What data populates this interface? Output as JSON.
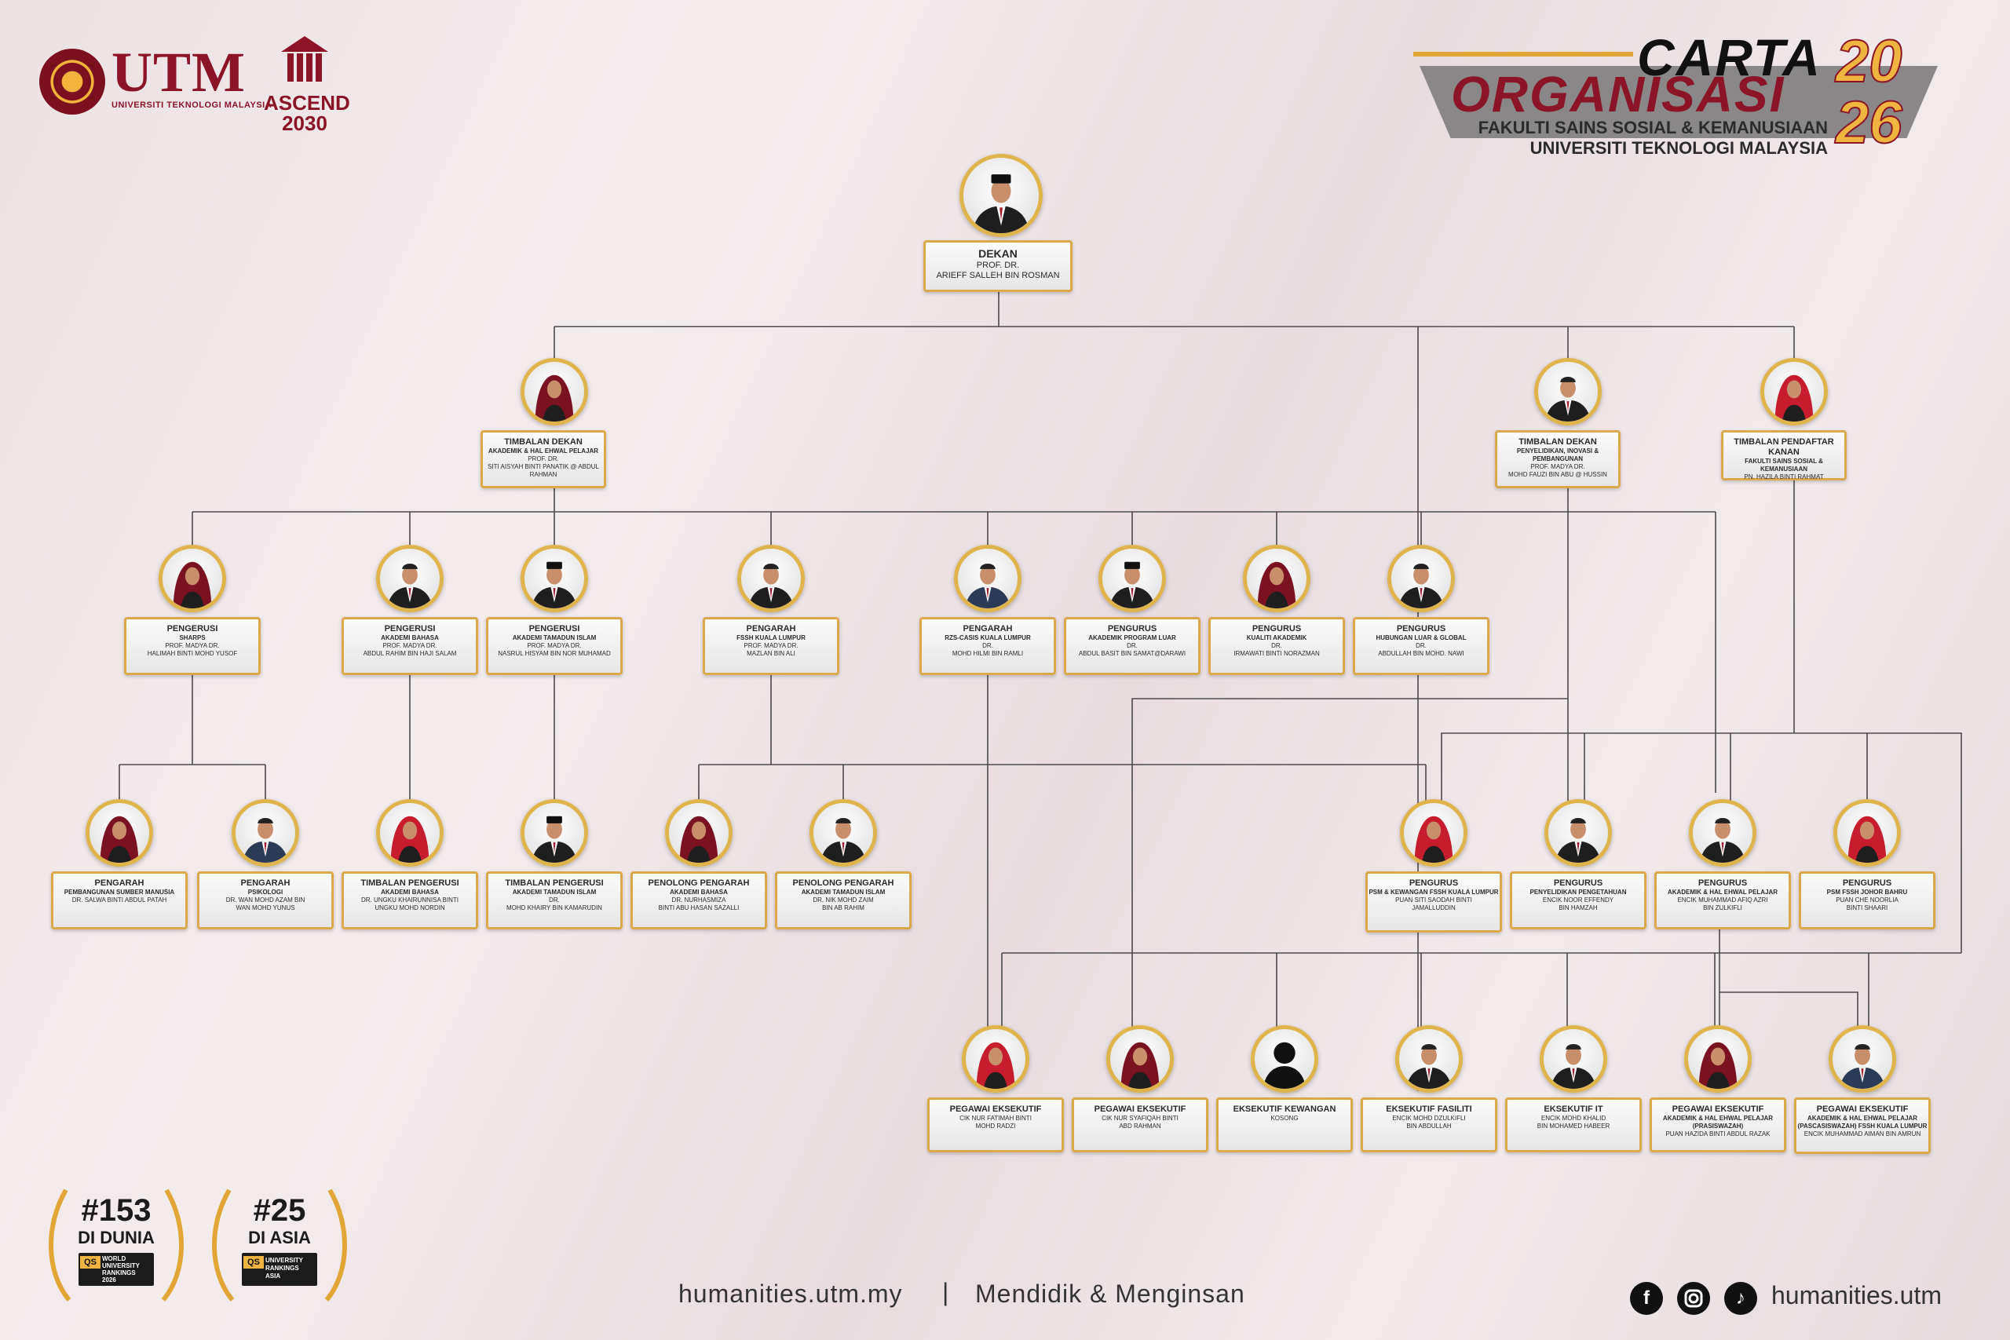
{
  "header": {
    "utm_wordmark": "UTM",
    "utm_subtitle": "UNIVERSITI TEKNOLOGI MALAYSIA",
    "ascend_word": "ASCEND",
    "ascend_year": "2030",
    "carta_line1": "CARTA",
    "carta_line2": "ORGANISASI",
    "carta_year_top": "20",
    "carta_year_bottom": "26",
    "faculty": "FAKULTI SAINS SOSIAL & KEMANUSIAAN",
    "university": "UNIVERSITI TEKNOLOGI MALAYSIA",
    "accent_gold": "#f0b540",
    "accent_maroon": "#8b1426"
  },
  "org": {
    "dean": {
      "title": "DEKAN",
      "honorific": "PROF. DR.",
      "name": "ARIEFF SALLEH BIN ROSMAN"
    },
    "level1": [
      {
        "title": "TIMBALAN DEKAN",
        "sub": "AKADEMIK & HAL EHWAL PELAJAR",
        "honorific": "PROF. DR.",
        "name": "SITI AISYAH BINTI PANATIK @ ABDUL RAHMAN"
      },
      {
        "title": "TIMBALAN DEKAN",
        "sub": "PENYELIDIKAN, INOVASI & PEMBANGUNAN",
        "honorific": "PROF. MADYA DR.",
        "name": "MOHD FAUZI BIN ABU @ HUSSIN"
      },
      {
        "title": "TIMBALAN PENDAFTAR KANAN",
        "sub": "FAKULTI SAINS SOSIAL & KEMANUSIAAN",
        "honorific": "",
        "name": "PN. HAZILA BINTI RAHMAT"
      }
    ],
    "level2": [
      {
        "title": "PENGERUSI",
        "sub": "SHARPS",
        "honorific": "PROF. MADYA DR.",
        "name": "HALIMAH BINTI MOHD YUSOF"
      },
      {
        "title": "PENGERUSI",
        "sub": "AKADEMI BAHASA",
        "honorific": "PROF. MADYA DR.",
        "name": "ABDUL RAHIM BIN HAJI SALAM"
      },
      {
        "title": "PENGERUSI",
        "sub": "AKADEMI TAMADUN ISLAM",
        "honorific": "PROF. MADYA DR.",
        "name": "NASRUL HISYAM BIN NOR MUHAMAD"
      },
      {
        "title": "PENGARAH",
        "sub": "FSSH KUALA LUMPUR",
        "honorific": "PROF. MADYA DR.",
        "name": "MAZLAN BIN ALI"
      },
      {
        "title": "PENGARAH",
        "sub": "RZS-CASIS KUALA LUMPUR",
        "honorific": "DR.",
        "name": "MOHD HILMI BIN RAMLI"
      },
      {
        "title": "PENGURUS",
        "sub": "AKADEMIK PROGRAM LUAR",
        "honorific": "DR.",
        "name": "ABDUL BASIT BIN SAMAT@DARAWI"
      },
      {
        "title": "PENGURUS",
        "sub": "KUALITI AKADEMIK",
        "honorific": "DR.",
        "name": "IRMAWATI BINTI NORAZMAN"
      },
      {
        "title": "PENGURUS",
        "sub": "HUBUNGAN LUAR & GLOBAL",
        "honorific": "DR.",
        "name": "ABDULLAH BIN MOHD. NAWI"
      }
    ],
    "level3": [
      {
        "title": "PENGARAH",
        "sub": "PEMBANGUNAN SUMBER MANUSIA",
        "honorific": "",
        "name": "DR. SALWA BINTI ABDUL PATAH"
      },
      {
        "title": "PENGARAH",
        "sub": "PSIKOLOGI",
        "honorific": "DR. WAN MOHD AZAM BIN",
        "name": "WAN MOHD YUNUS"
      },
      {
        "title": "TIMBALAN PENGERUSI",
        "sub": "AKADEMI BAHASA",
        "honorific": "DR. UNGKU KHAIRUNNISA BINTI",
        "name": "UNGKU MOHD NORDIN"
      },
      {
        "title": "TIMBALAN PENGERUSI",
        "sub": "AKADEMI TAMADUN ISLAM",
        "honorific": "DR.",
        "name": "MOHD KHAIRY BIN KAMARUDIN"
      },
      {
        "title": "PENOLONG PENGARAH",
        "sub": "AKADEMI BAHASA",
        "honorific": "DR. NURHASMIZA",
        "name": "BINTI ABU HASAN SAZALLI"
      },
      {
        "title": "PENOLONG PENGARAH",
        "sub": "AKADEMI TAMADUN ISLAM",
        "honorific": "DR. NIK MOHD ZAIM",
        "name": "BIN AB RAHIM"
      },
      {
        "title": "PENGURUS",
        "sub": "PSM & KEWANGAN FSSH KUALA LUMPUR",
        "honorific": "PUAN SITI SAODAH BINTI",
        "name": "JAMALLUDDIN"
      },
      {
        "title": "PENGURUS",
        "sub": "PENYELIDIKAN PENGETAHUAN",
        "honorific": "ENCIK NOOR EFFENDY",
        "name": "BIN HAMZAH"
      },
      {
        "title": "PENGURUS",
        "sub": "AKADEMIK & HAL EHWAL PELAJAR",
        "honorific": "ENCIK MUHAMMAD AFIQ AZRI",
        "name": "BIN ZULKIFLI"
      },
      {
        "title": "PENGURUS",
        "sub": "PSM FSSH JOHOR BAHRU",
        "honorific": "PUAN CHE NOORLIA",
        "name": "BINTI SHAARI"
      }
    ],
    "level4": [
      {
        "title": "PEGAWAI EKSEKUTIF",
        "sub": "",
        "honorific": "CIK NUR FATIMAH BINTI",
        "name": "MOHD RADZI"
      },
      {
        "title": "PEGAWAI EKSEKUTIF",
        "sub": "",
        "honorific": "CIK NUR SYAFIQAH BINTI",
        "name": "ABD RAHMAN"
      },
      {
        "title": "EKSEKUTIF KEWANGAN",
        "sub": "",
        "honorific": "",
        "name": "KOSONG"
      },
      {
        "title": "EKSEKUTIF FASILITI",
        "sub": "",
        "honorific": "ENCIK MOHD DZULKIFLI",
        "name": "BIN ABDULLAH"
      },
      {
        "title": "EKSEKUTIF IT",
        "sub": "",
        "honorific": "ENCIK MOHD KHALID",
        "name": "BIN MOHAMED HABEER"
      },
      {
        "title": "PEGAWAI EKSEKUTIF",
        "sub": "AKADEMIK & HAL EHWAL PELAJAR (PRASISWAZAH)",
        "honorific": "",
        "name": "PUAN HAZIDA BINTI ABDUL RAZAK"
      },
      {
        "title": "PEGAWAI EKSEKUTIF",
        "sub": "AKADEMIK & HAL EHWAL PELAJAR (PASCASISWAZAH) FSSH KUALA LUMPUR",
        "honorific": "",
        "name": "ENCIK MUHAMMAD AIMAN BIN AMRUN"
      }
    ]
  },
  "badges": [
    {
      "rank": "#153",
      "where": "DI DUNIA",
      "qs": "QS",
      "l1": "WORLD",
      "l2": "UNIVERSITY",
      "l3": "RANKINGS",
      "l4": "2026"
    },
    {
      "rank": "#25",
      "where": "DI ASIA",
      "qs": "QS",
      "l1": "UNIVERSITY",
      "l2": "RANKINGS",
      "l3": "ASIA",
      "l4": ""
    }
  ],
  "footer": {
    "website": "humanities.utm.my",
    "separator": "|",
    "tagline": "Mendidik & Menginsan",
    "social_icons": [
      "facebook-icon",
      "instagram-icon",
      "tiktok-icon"
    ],
    "handle": "humanities.utm"
  }
}
